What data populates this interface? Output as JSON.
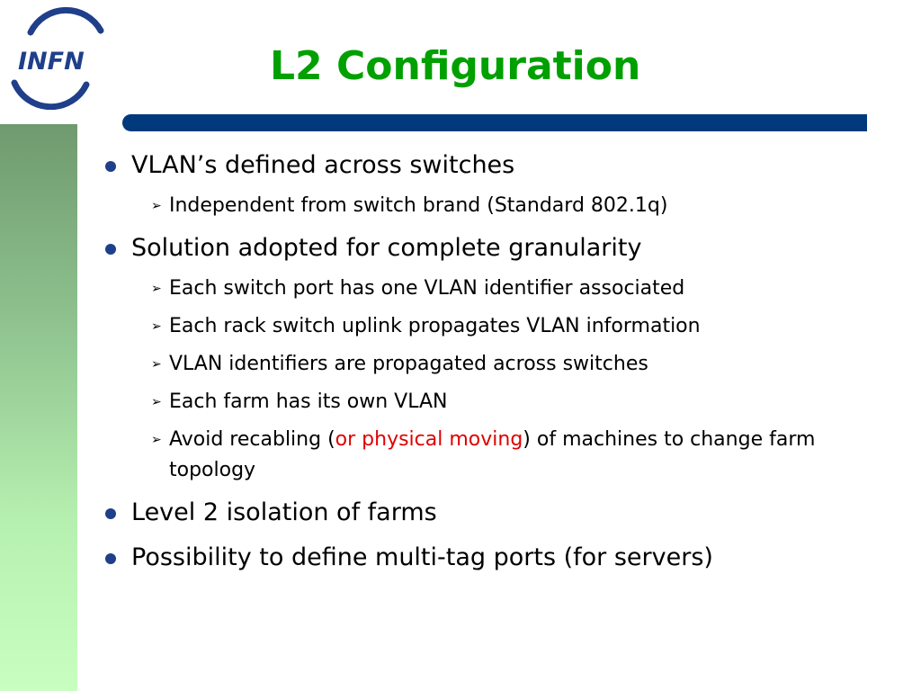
{
  "slide": {
    "title": "L2 Configuration",
    "logo_text": "INFN",
    "colors": {
      "title": "#00a000",
      "rule": "#003a7d",
      "bullet": "#1f3f8a",
      "highlight": "#e00000"
    }
  },
  "bullets": [
    {
      "text": "VLAN’s defined across switches",
      "sub": [
        "Independent from switch brand (Standard 802.1q)"
      ]
    },
    {
      "text": "Solution adopted for complete granularity",
      "sub": [
        "Each switch port has one VLAN identifier associated",
        "Each rack switch uplink propagates VLAN information",
        "VLAN identifiers are propagated across switches",
        "Each farm has its own VLAN"
      ],
      "sub_last": {
        "before": "Avoid recabling (",
        "highlight": "or physical moving",
        "after": ") of machines to change farm topology"
      }
    },
    {
      "text": "Level 2 isolation of farms",
      "sub": []
    },
    {
      "text": "Possibility to define multi-tag ports (for servers)",
      "sub": []
    }
  ]
}
